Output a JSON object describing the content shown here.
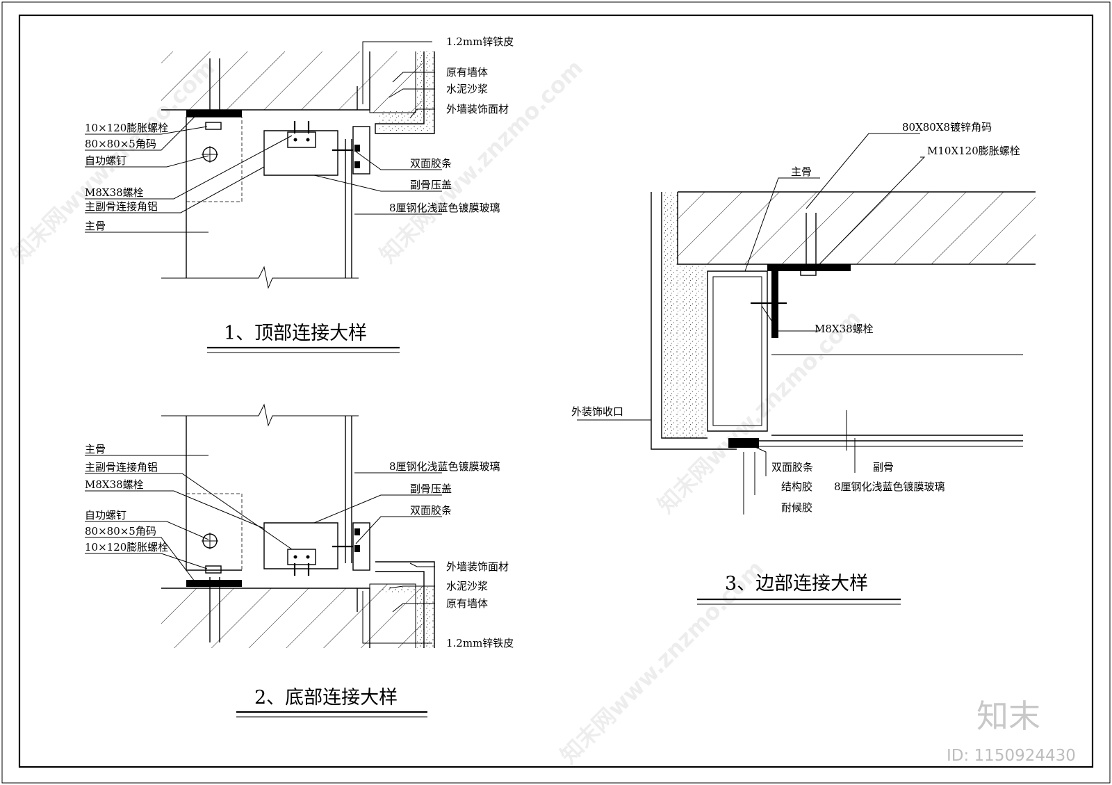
{
  "detail1": {
    "title": "1、顶部连接大样",
    "labels": {
      "galv_sheet": "1.2mm锌铁皮",
      "wall": "原有墙体",
      "mortar": "水泥沙浆",
      "finish": "外墙装饰面材",
      "anchor": "10×120膨胀螺栓",
      "angle": "80×80×5角码",
      "screw": "自功螺钉",
      "bolt": "M8X38螺栓",
      "connector": "主副骨连接角铝",
      "main": "主骨",
      "tape": "双面胶条",
      "cover": "副骨压盖",
      "glass": "8厘钢化浅蓝色镀膜玻璃"
    }
  },
  "detail2": {
    "title": "2、底部连接大样",
    "labels": {
      "main": "主骨",
      "connector": "主副骨连接角铝",
      "bolt": "M8X38螺栓",
      "screw": "自功螺钉",
      "angle": "80×80×5角码",
      "anchor": "10×120膨胀螺栓",
      "glass": "8厘钢化浅蓝色镀膜玻璃",
      "cover": "副骨压盖",
      "tape": "双面胶条",
      "finish": "外墙装饰面材",
      "mortar": "水泥沙浆",
      "wall": "原有墙体",
      "galv_sheet": "1.2mm锌铁皮"
    }
  },
  "detail3": {
    "title": "3、边部连接大样",
    "labels": {
      "angle": "80X80X8镀锌角码",
      "anchor": "M10X120膨胀螺栓",
      "main": "主骨",
      "bolt": "M8X38螺栓",
      "trim": "外装饰收口",
      "tape": "双面胶条",
      "structural": "结构胶",
      "weather": "耐候胶",
      "sub": "副骨",
      "glass": "8厘钢化浅蓝色镀膜玻璃"
    }
  },
  "watermark": {
    "logo": "知末",
    "id": "ID: 1150924430",
    "site": "知末网www.znzmo.com"
  }
}
